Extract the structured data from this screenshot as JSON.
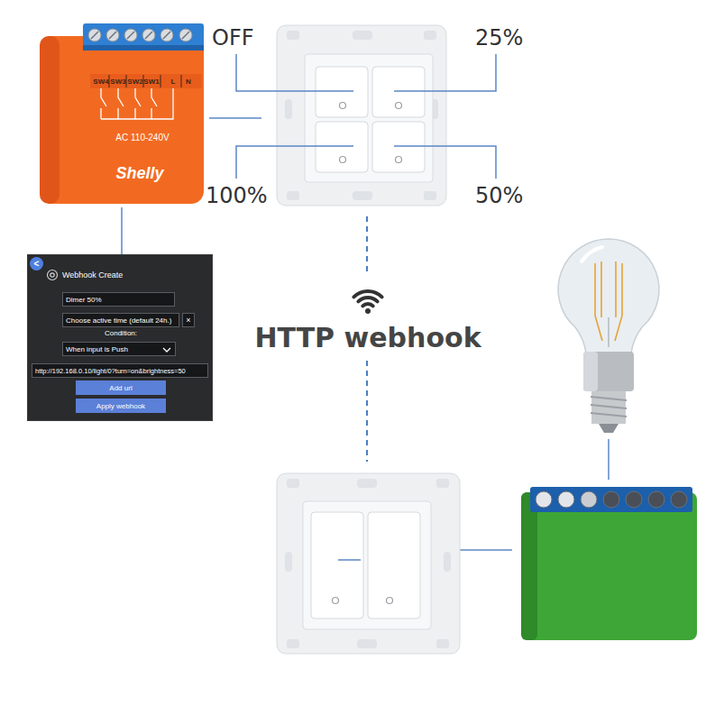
{
  "diagram": {
    "nodes": [
      {
        "text": [
          "SW4",
          "SW3",
          "SW2",
          "SW1",
          "L",
          "N",
          "AC 110-240V",
          "Shelly"
        ]
      },
      {
        "text": [
          "Webhook Create",
          "Condition:"
        ]
      },
      {
        "text": [
          "<"
        ],
        "in": 1
      },
      {
        "text": [
          "Dimer 50%"
        ],
        "in": 1
      },
      {
        "text": [
          "Choose active time (default 24h.)"
        ],
        "in": 1
      },
      {
        "text": [
          "×"
        ],
        "in": 1
      },
      {
        "text": [
          "When input is Push"
        ],
        "in": 1
      },
      {
        "text": [
          "http://192.168.0.10/light/0?turn=on&brightness=50"
        ],
        "in": 1
      },
      {
        "text": [
          "Add url"
        ],
        "in": 1
      },
      {
        "text": [
          "Apply webhook"
        ],
        "in": 1
      }
    ],
    "edges": [
      {
        "from": 0,
        "to": 1,
        "arrow": "none"
      }
    ],
    "labels": [
      "OFF",
      "25%",
      "100%",
      "50%",
      "HTTP webhook"
    ]
  }
}
